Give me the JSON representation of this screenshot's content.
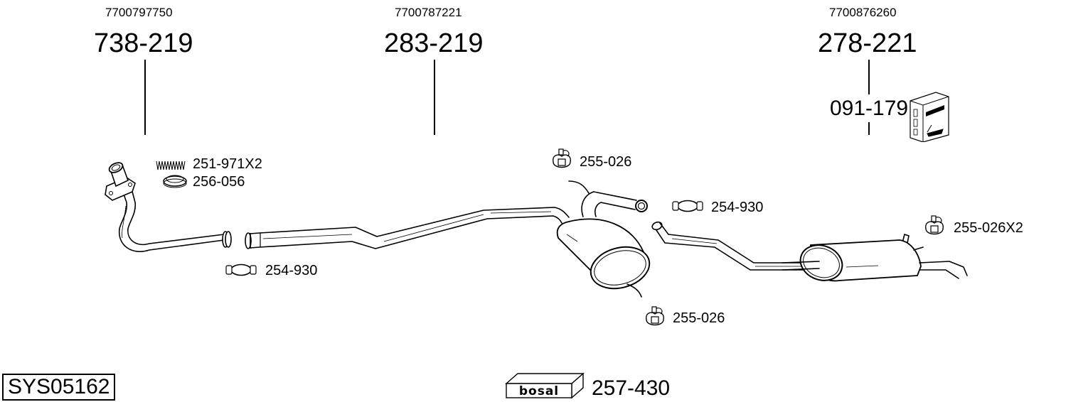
{
  "diagram": {
    "system_code": "SYS05162",
    "columns": [
      {
        "oe_number": "7700797750",
        "part_number": "738-219"
      },
      {
        "oe_number": "7700787221",
        "part_number": "283-219"
      },
      {
        "oe_number": "7700876260",
        "part_number": "278-221",
        "kit_number": "091-179"
      }
    ],
    "parts": {
      "spring": "251-971X2",
      "gasket_ring": "256-056",
      "clamp_front": "254-930",
      "clamp_rear": "254-930",
      "hanger_top": "255-026",
      "hanger_bottom": "255-026",
      "hanger_rear": "255-026X2",
      "mounting_kit": "257-430"
    },
    "brand_logo": "bosal"
  }
}
